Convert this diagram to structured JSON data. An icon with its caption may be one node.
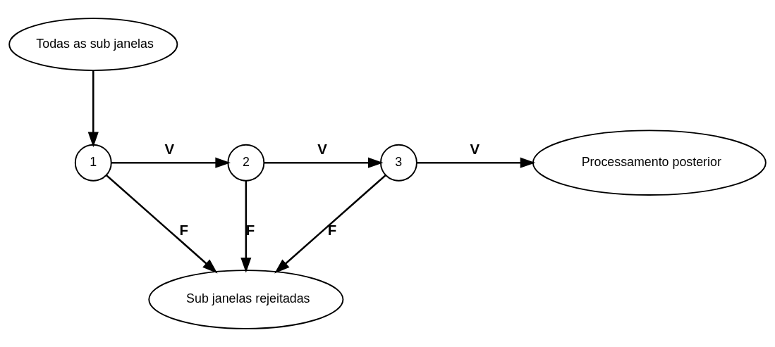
{
  "diagram": {
    "nodes": [
      {
        "text": [
          "Todas as sub janelas"
        ]
      },
      {
        "text": [
          "1"
        ]
      },
      {
        "text": [
          "2"
        ]
      },
      {
        "text": [
          "3"
        ]
      },
      {
        "text": [
          "Processamento posterior"
        ]
      },
      {
        "text": [
          "Sub janelas rejeitadas"
        ]
      }
    ],
    "edges": [
      {
        "from": 0,
        "to": 1,
        "arrow": "to"
      },
      {
        "from": 1,
        "to": 2,
        "arrow": "to",
        "label": "V"
      },
      {
        "from": 2,
        "to": 3,
        "arrow": "to",
        "label": "V"
      },
      {
        "from": 3,
        "to": 4,
        "arrow": "to",
        "label": "V"
      },
      {
        "from": 1,
        "to": 5,
        "arrow": "to",
        "label": "F"
      },
      {
        "from": 2,
        "to": 5,
        "arrow": "to",
        "label": "F"
      },
      {
        "from": 3,
        "to": 5,
        "arrow": "to",
        "label": "F"
      }
    ]
  }
}
